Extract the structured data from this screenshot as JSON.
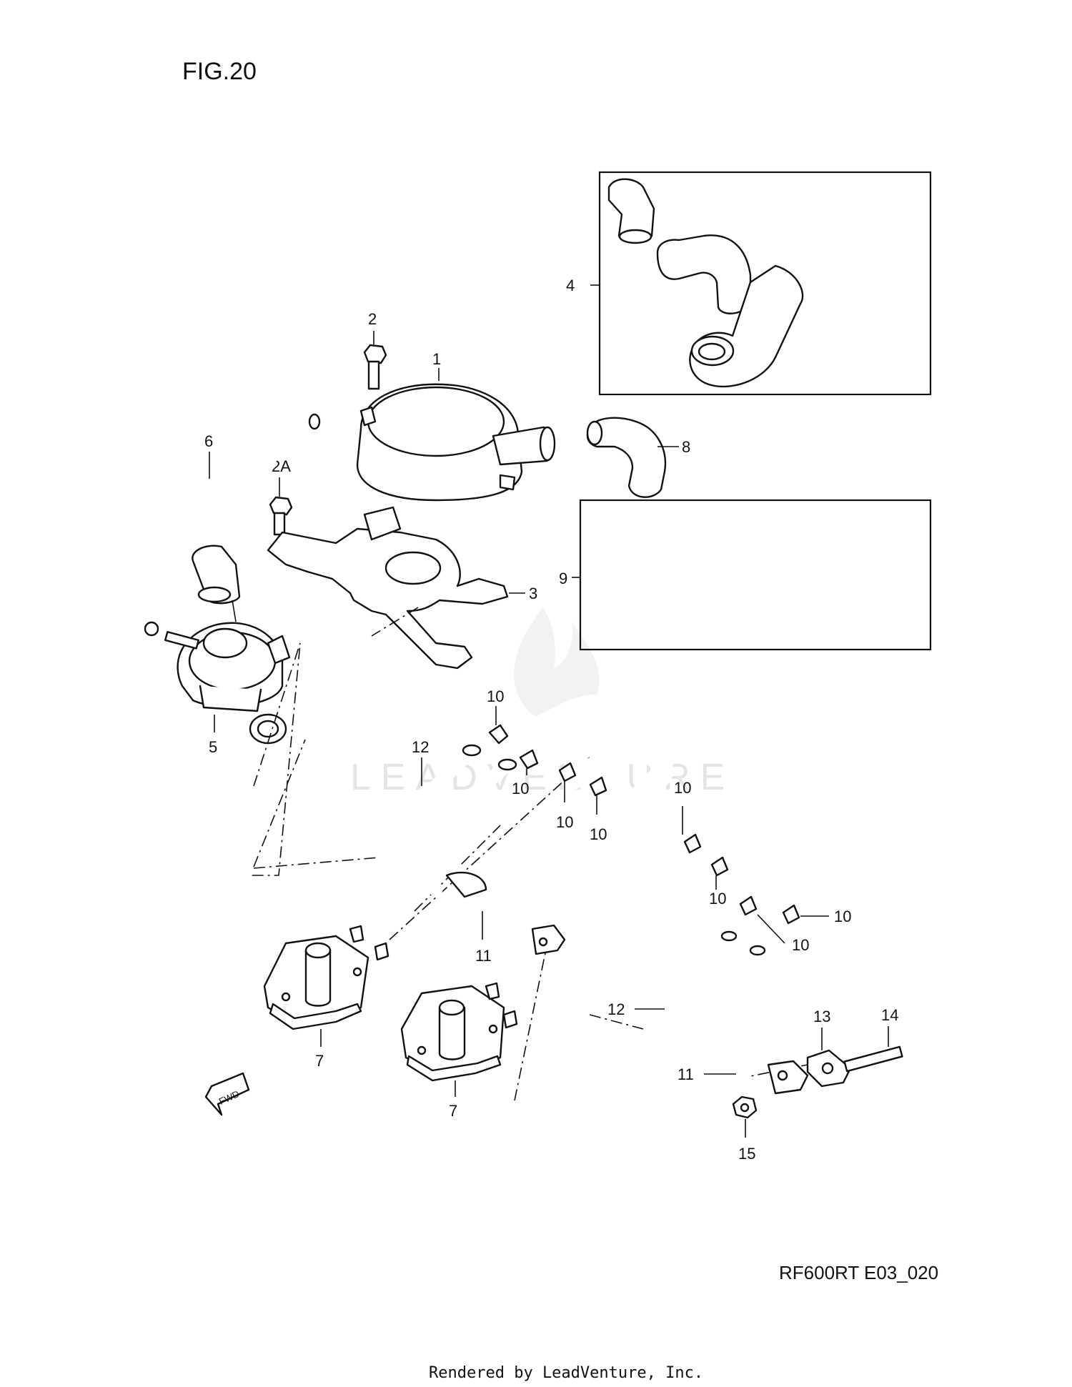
{
  "figure": {
    "title": "FIG.20",
    "code": "RF600RT E03_020"
  },
  "footer": {
    "text": "Rendered by LeadVenture, Inc."
  },
  "watermark": {
    "text": "LEADVENTURE"
  },
  "fwd_label": "FWD",
  "callouts": {
    "c1": "1",
    "c2": "2",
    "c2a": "2A",
    "c3": "3",
    "c4": "4",
    "c5": "5",
    "c6": "6",
    "c7a": "7",
    "c7b": "7",
    "c8": "8",
    "c9": "9",
    "c10a": "10",
    "c10b": "10",
    "c10c": "10",
    "c10d": "10",
    "c10e": "10",
    "c10f": "10",
    "c10g": "10",
    "c11a": "11",
    "c11b": "11",
    "c12a": "12",
    "c12b": "12",
    "c13": "13",
    "c14": "14",
    "c15": "15"
  }
}
